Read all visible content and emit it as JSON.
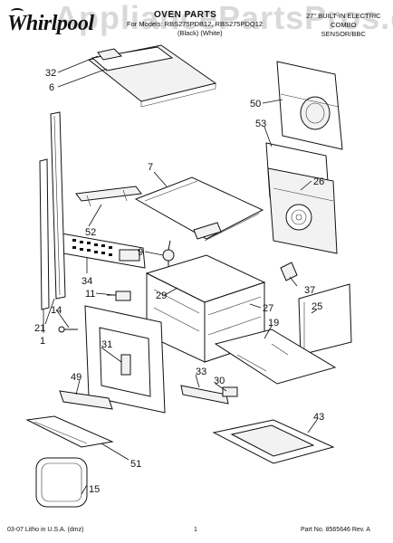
{
  "header": {
    "brand": "Whirlpool",
    "title": "OVEN PARTS",
    "models": "For Models: RBS275PDB12, RBS275PDQ12",
    "colors": "(Black)     (White)",
    "description": [
      "27\" BUILT-IN ELECTRIC",
      "COMBO",
      "SENSOR/BBC"
    ]
  },
  "watermark": "AppliancePartsPros.com",
  "footer": {
    "left": "03-07 Litho in U.S.A. (dmz)",
    "page": "1",
    "right": "Part No. 8565646 Rev. A"
  },
  "callouts": [
    "32",
    "6",
    "7",
    "50",
    "53",
    "26",
    "52",
    "9",
    "34",
    "11",
    "29",
    "37",
    "1",
    "21",
    "14",
    "27",
    "25",
    "19",
    "31",
    "49",
    "33",
    "30",
    "51",
    "43",
    "15"
  ]
}
